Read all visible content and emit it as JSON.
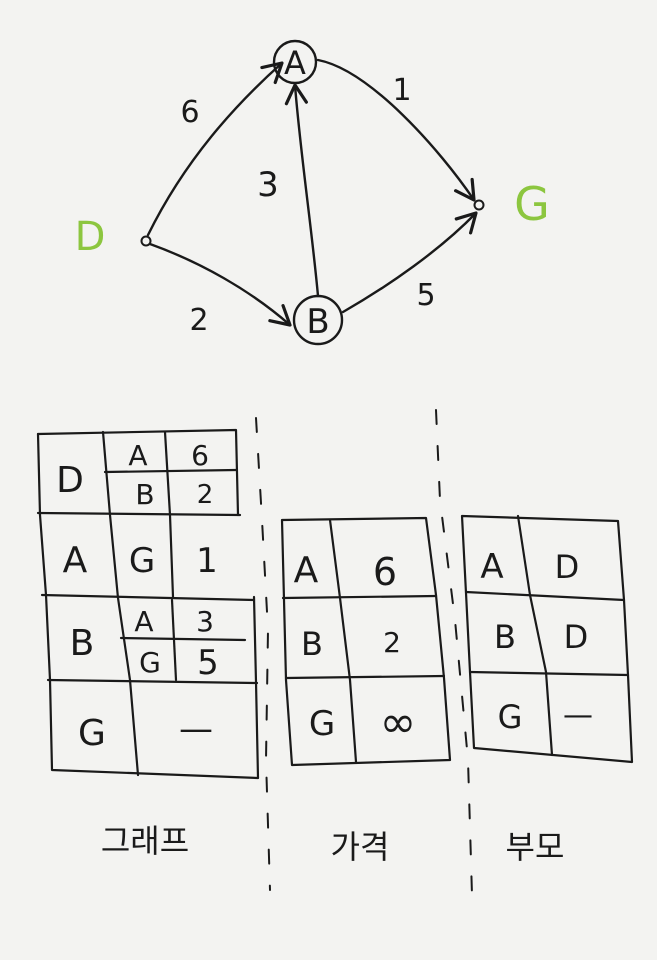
{
  "graph": {
    "nodes": {
      "start": {
        "label": "D",
        "color": "#8cc63f"
      },
      "a": {
        "label": "A"
      },
      "b": {
        "label": "B"
      },
      "goal": {
        "label": "G",
        "color": "#8cc63f"
      }
    },
    "edges": {
      "start_a": "6",
      "start_b": "2",
      "b_a": "3",
      "a_goal": "1",
      "b_goal": "5"
    }
  },
  "tables": {
    "graph": {
      "caption": "그래프",
      "rows": [
        {
          "node": "A"
        },
        {
          "node": "B"
        },
        {
          "node": "G",
          "empty": "—"
        }
      ],
      "start_node": "D",
      "entries": {
        "d1_to": "A",
        "d1_cost": "6",
        "d2_to": "B",
        "d2_cost": "2",
        "a1_to": "G",
        "a1_cost": "1",
        "b1_to": "A",
        "b1_cost": "3",
        "b2_to": "G",
        "b2_cost": "5"
      }
    },
    "costs": {
      "caption": "가격",
      "rows": [
        {
          "node": "A",
          "value": "6"
        },
        {
          "node": "B",
          "value": "2"
        },
        {
          "node": "G",
          "value": "∞"
        }
      ]
    },
    "parents": {
      "caption": "부모",
      "rows": [
        {
          "node": "A",
          "value": "D"
        },
        {
          "node": "B",
          "value": "D"
        },
        {
          "node": "G",
          "value": "—"
        }
      ]
    }
  }
}
